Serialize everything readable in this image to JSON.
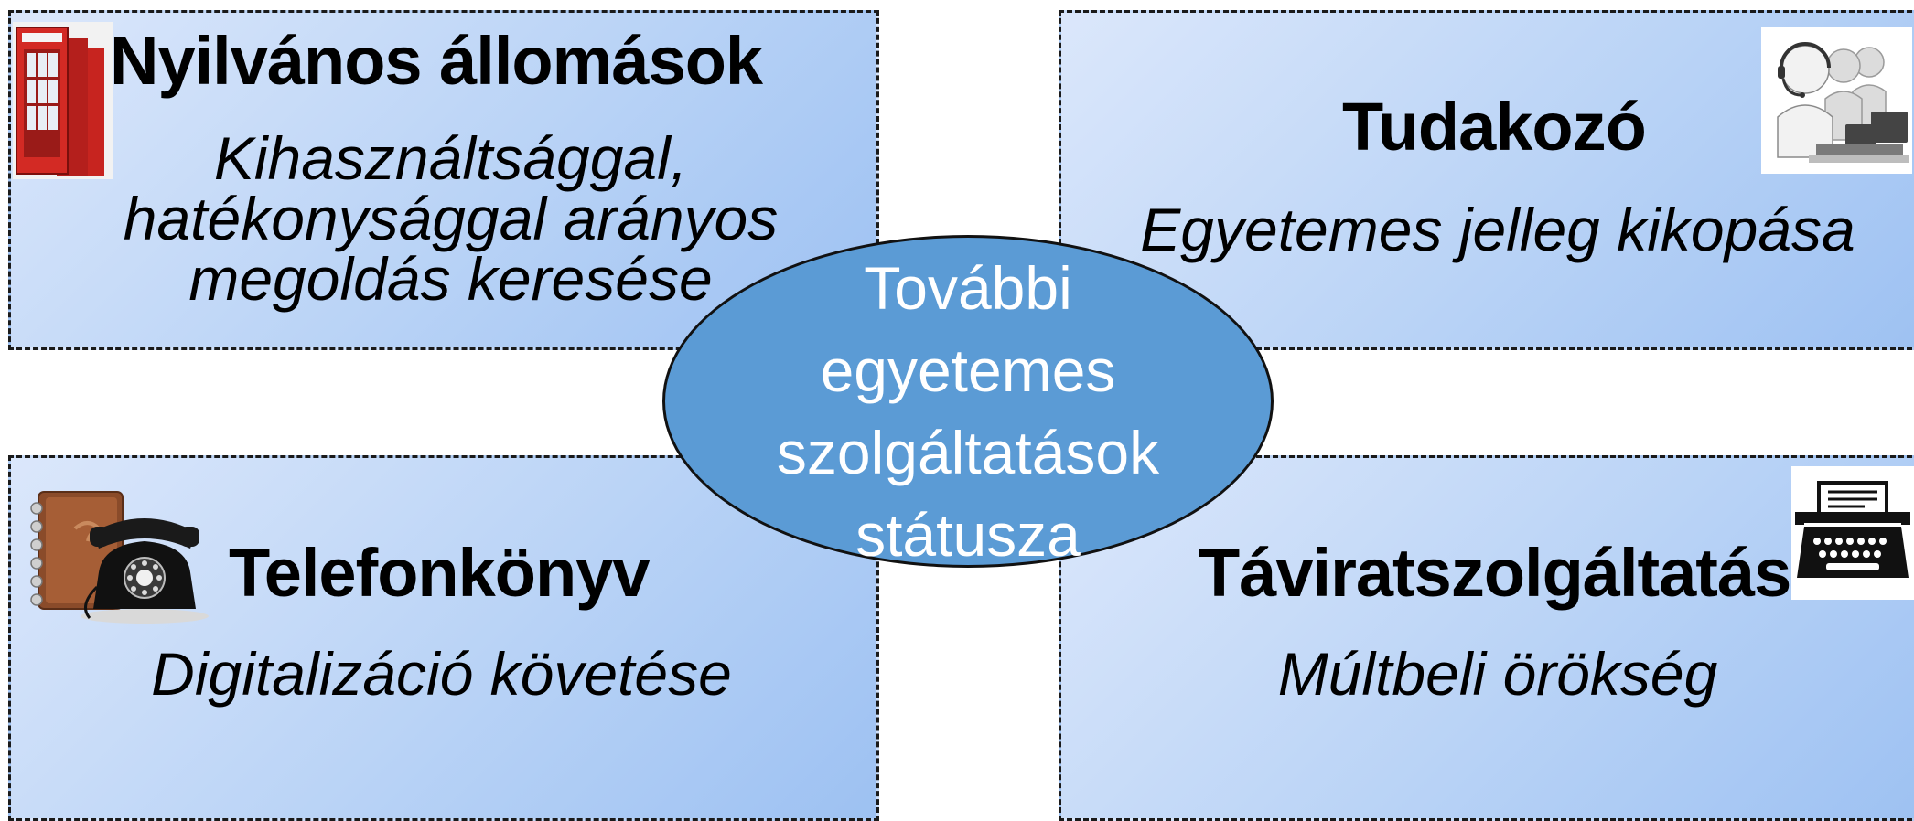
{
  "center": {
    "lines": [
      "További",
      "egyetemes",
      "szolgáltatások",
      "státusza"
    ]
  },
  "quadrants": {
    "top_left": {
      "title": "Nyilvános állomások",
      "subtitle_lines": [
        "Kihasználtsággal,",
        "hatékonysággal arányos",
        "megoldás keresése"
      ],
      "icon": "phone-booth-icon"
    },
    "top_right": {
      "title": "Tudakozó",
      "subtitle": "Egyetemes jelleg kikopása",
      "icon": "call-center-headset-icon"
    },
    "bottom_left": {
      "title": "Telefonkönyv",
      "subtitle": "Digitalizáció követése",
      "icon": "phonebook-telephone-icon"
    },
    "bottom_right": {
      "title": "Táviratszolgáltatás",
      "subtitle": "Múltbeli örökség",
      "icon": "typewriter-icon"
    }
  },
  "colors": {
    "ellipse_fill": "#5b9bd5",
    "box_gradient_light": "#dbe7fb",
    "box_gradient_dark": "#9dc1f2",
    "text": "#000000",
    "ellipse_text": "#ffffff"
  }
}
